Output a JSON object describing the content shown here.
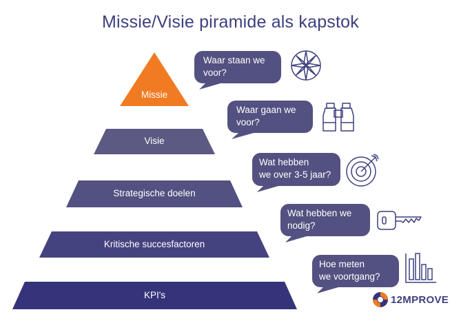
{
  "title": "Missie/Visie piramide als kapstok",
  "colors": {
    "accent": "#f07b22",
    "visie": "#5c5a83",
    "strategie": "#535181",
    "kritische": "#45437f",
    "kpi": "#35347a",
    "bubble": "#535181",
    "title": "#3d3f7e"
  },
  "levels": [
    {
      "label": "Missie"
    },
    {
      "label": "Visie"
    },
    {
      "label": "Strategische doelen"
    },
    {
      "label": "Kritische succesfactoren"
    },
    {
      "label": "KPI's"
    }
  ],
  "questions": [
    {
      "text": "Waar staan we\nvoor?",
      "icon": "compass-icon"
    },
    {
      "text": "Waar gaan we\nvoor?",
      "icon": "binoculars-icon"
    },
    {
      "text": "Wat hebben\nwe over 3-5 jaar?",
      "icon": "target-icon"
    },
    {
      "text": "Wat hebben we\nnodig?",
      "icon": "key-icon"
    },
    {
      "text": "Hoe meten\nwe voortgang?",
      "icon": "bar-chart-icon"
    }
  ],
  "brand": {
    "name": "12MPROVE"
  }
}
